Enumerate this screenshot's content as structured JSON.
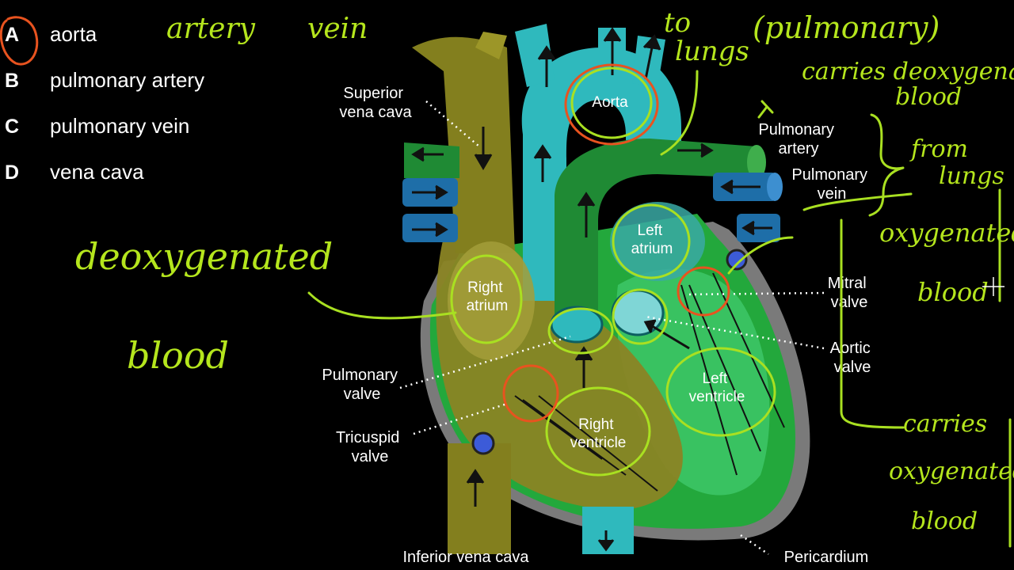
{
  "options": [
    {
      "letter": "A",
      "text": "aorta"
    },
    {
      "letter": "B",
      "text": "pulmonary artery"
    },
    {
      "letter": "C",
      "text": "pulmonary vein"
    },
    {
      "letter": "D",
      "text": "vena cava"
    }
  ],
  "labels": {
    "superior_vena_cava": [
      "Superior",
      "vena  cava"
    ],
    "aorta": "Aorta",
    "pulmonary_artery": [
      "Pulmonary",
      "artery"
    ],
    "pulmonary_vein": [
      "Pulmonary",
      "vein"
    ],
    "left_atrium": [
      "Left",
      "atrium"
    ],
    "right_atrium": [
      "Right",
      "atrium"
    ],
    "mitral_valve": [
      "Mitral",
      "valve"
    ],
    "aortic_valve": [
      "Aortic",
      "valve"
    ],
    "pulmonary_valve": [
      "Pulmonary",
      "valve"
    ],
    "tricuspid_valve": [
      "Tricuspid",
      "valve"
    ],
    "left_ventricle": [
      "Left",
      "ventricle"
    ],
    "right_ventricle": [
      "Right",
      "ventricle"
    ],
    "inferior_vena_cava": "Inferior vena cava",
    "pericardium": "Pericardium"
  },
  "handwriting": {
    "artery": "artery",
    "vein": "vein",
    "to_lungs": [
      "to",
      "lungs"
    ],
    "pulmonary": "(pulmonary)",
    "carries_deoxygenated": [
      "carries deoxygenated",
      "blood"
    ],
    "from_lungs": [
      "from",
      "lungs"
    ],
    "oxygenated_blood": [
      "oxygenated",
      "blood"
    ],
    "deoxygenated_blood": [
      "deoxygenated",
      "blood"
    ],
    "carries_oxygenated": [
      "carries",
      "oxygenated",
      "blood"
    ]
  },
  "colors": {
    "background": "#000000",
    "vena_cava": "#837f1e",
    "aorta": "#2fb9bd",
    "pulmonary": "#1f8a34",
    "vein_blue": "#1e6ea8",
    "heart_green": "#23a83c",
    "handwriting": "#b5e61d",
    "circle_red": "#e8531f"
  }
}
